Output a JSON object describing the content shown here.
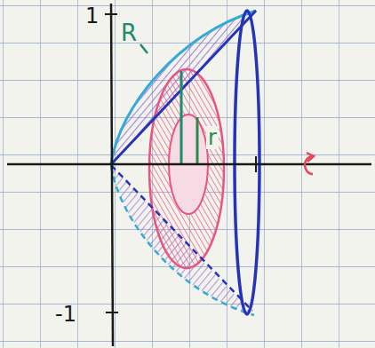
{
  "diagram": {
    "labels": [
      "1",
      "-1",
      "R",
      "r"
    ]
  }
}
